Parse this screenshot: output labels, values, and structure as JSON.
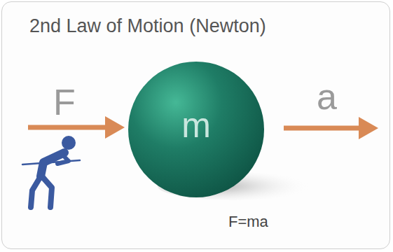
{
  "diagram": {
    "title": "2nd Law of Motion (Newton)",
    "caption": "F=ma",
    "nodes": [
      {
        "text": [
          "m"
        ]
      }
    ],
    "labels": [
      "F",
      "a"
    ]
  }
}
